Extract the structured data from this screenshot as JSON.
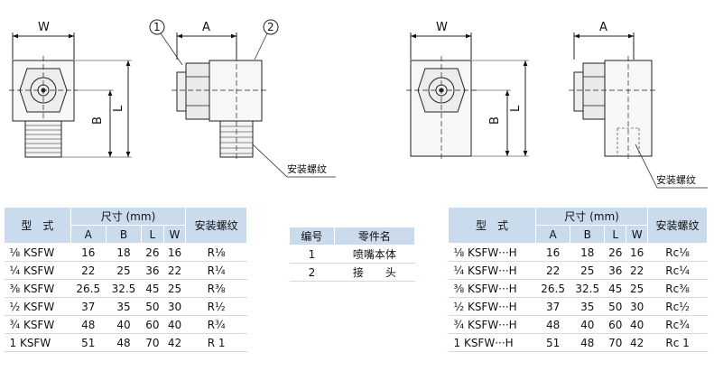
{
  "drawings": {
    "dim_w": "W",
    "dim_a": "A",
    "dim_b": "B",
    "dim_l": "L",
    "callout_1": "1",
    "callout_2": "2",
    "thread_label": "安装螺纹"
  },
  "table_ksfw": {
    "header_model": "型　式",
    "header_size": "尺寸 (mm)",
    "header_thread": "安装螺纹",
    "cols": [
      "A",
      "B",
      "L",
      "W"
    ],
    "rows": [
      {
        "model": "⅛ KSFW",
        "a": "16",
        "b": "18",
        "l": "26",
        "w": "16",
        "thread": "R⅛"
      },
      {
        "model": "¼ KSFW",
        "a": "22",
        "b": "25",
        "l": "36",
        "w": "22",
        "thread": "R¼"
      },
      {
        "model": "⅜ KSFW",
        "a": "26.5",
        "b": "32.5",
        "l": "45",
        "w": "25",
        "thread": "R⅜"
      },
      {
        "model": "½ KSFW",
        "a": "37",
        "b": "35",
        "l": "50",
        "w": "30",
        "thread": "R½"
      },
      {
        "model": "¾ KSFW",
        "a": "48",
        "b": "40",
        "l": "60",
        "w": "40",
        "thread": "R¾"
      },
      {
        "model": "1 KSFW",
        "a": "51",
        "b": "48",
        "l": "70",
        "w": "42",
        "thread": "R 1"
      }
    ]
  },
  "table_parts": {
    "header_no": "编号",
    "header_name": "零件名",
    "rows": [
      {
        "no": "1",
        "name": "喷嘴本体"
      },
      {
        "no": "2",
        "name": "接　　头"
      }
    ]
  },
  "table_ksfw_h": {
    "header_model": "型　式",
    "header_size": "尺寸 (mm)",
    "header_thread": "安装螺纹",
    "cols": [
      "A",
      "B",
      "L",
      "W"
    ],
    "rows": [
      {
        "model": "⅛ KSFW···H",
        "a": "16",
        "b": "18",
        "l": "26",
        "w": "16",
        "thread": "Rc⅛"
      },
      {
        "model": "¼ KSFW···H",
        "a": "22",
        "b": "25",
        "l": "36",
        "w": "22",
        "thread": "Rc¼"
      },
      {
        "model": "⅜ KSFW···H",
        "a": "26.5",
        "b": "32.5",
        "l": "45",
        "w": "25",
        "thread": "Rc⅜"
      },
      {
        "model": "½ KSFW···H",
        "a": "37",
        "b": "35",
        "l": "50",
        "w": "30",
        "thread": "Rc½"
      },
      {
        "model": "¾ KSFW···H",
        "a": "48",
        "b": "40",
        "l": "60",
        "w": "40",
        "thread": "Rc¾"
      },
      {
        "model": "1 KSFW···H",
        "a": "51",
        "b": "48",
        "l": "70",
        "w": "42",
        "thread": "Rc 1"
      }
    ]
  }
}
